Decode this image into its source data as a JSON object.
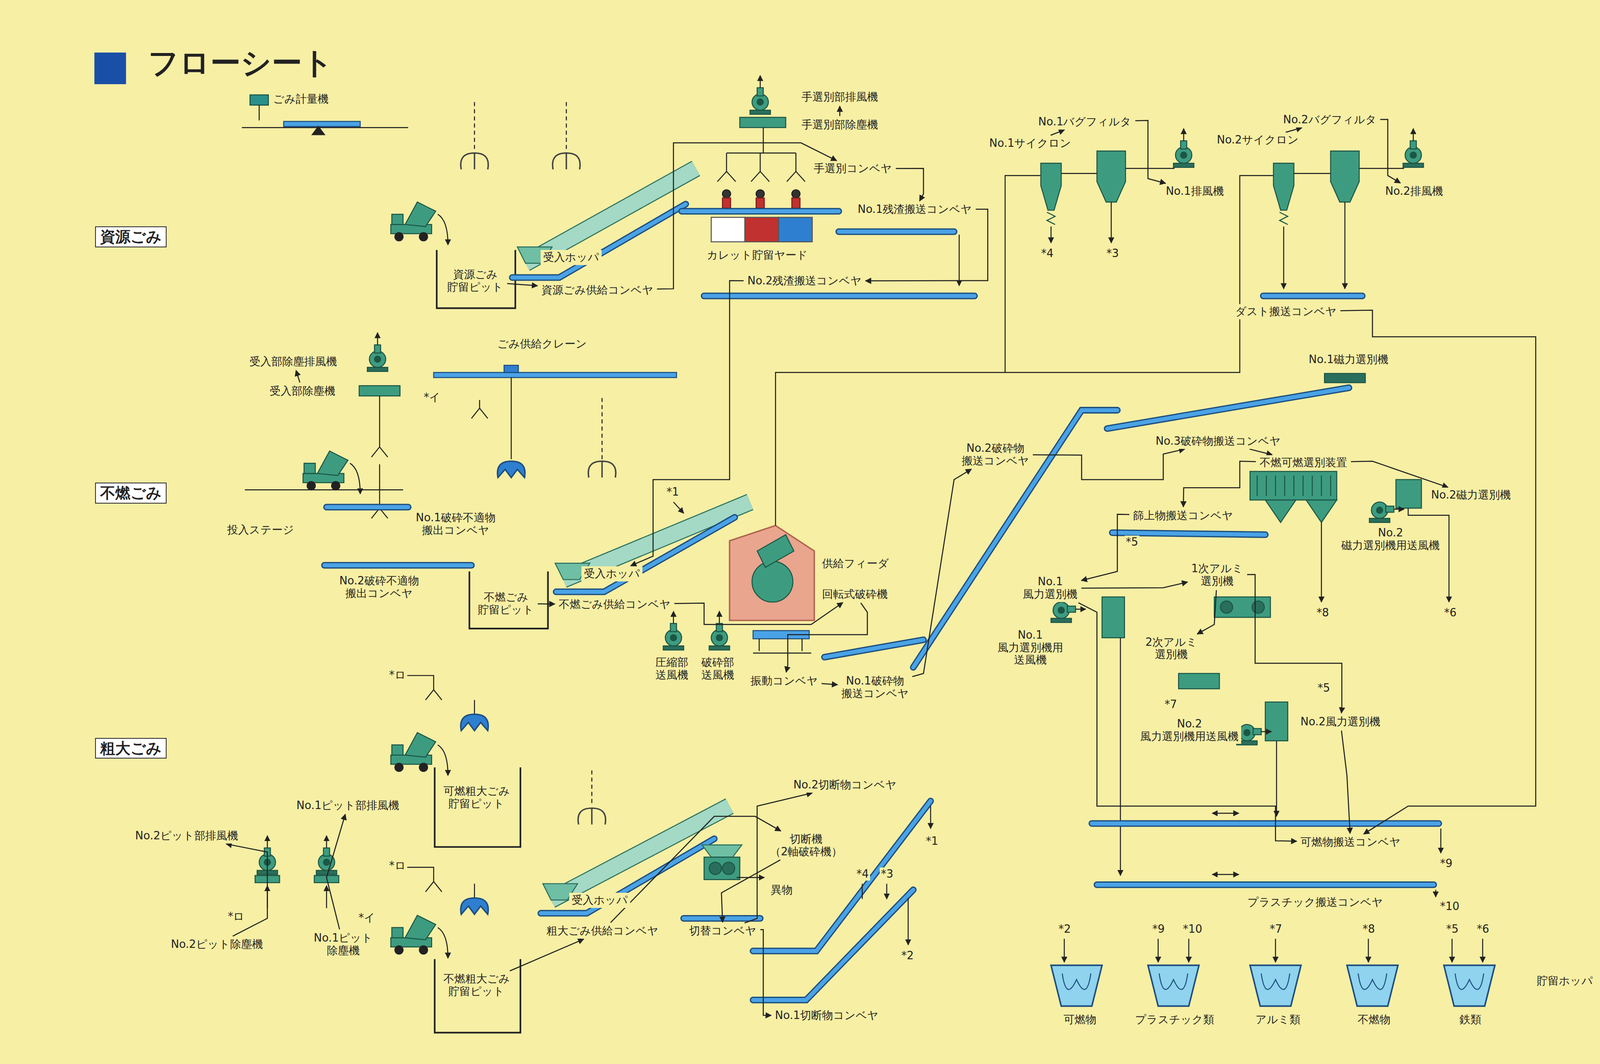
{
  "diagram": {
    "title": "フローシート",
    "nodes": [
      {
        "text": [
          "資源ごみ"
        ]
      },
      {
        "text": [
          "不燃ごみ"
        ]
      },
      {
        "text": [
          "粗大ごみ"
        ]
      },
      {
        "text": [
          "ごみ計量機"
        ]
      },
      {
        "text": [
          "資源ごみ 貯留ピット"
        ]
      },
      {
        "text": [
          "受入ホッパ"
        ]
      },
      {
        "text": [
          "資源ごみ供給コンベヤ"
        ]
      },
      {
        "text": [
          "手選別部排風機"
        ]
      },
      {
        "text": [
          "手選別部除塵機"
        ]
      },
      {
        "text": [
          "手選別コンベヤ"
        ]
      },
      {
        "text": [
          "カレット貯留ヤード"
        ]
      },
      {
        "text": [
          "No.1残渣搬送コンベヤ"
        ]
      },
      {
        "text": [
          "No.2残渣搬送コンベヤ"
        ]
      },
      {
        "text": [
          "受入部除塵排風機"
        ]
      },
      {
        "text": [
          "受入部除塵機"
        ]
      },
      {
        "text": [
          "ごみ供給クレーン"
        ]
      },
      {
        "text": [
          "投入ステージ"
        ]
      },
      {
        "text": [
          "No.1破砕不適物 搬出コンベヤ"
        ]
      },
      {
        "text": [
          "No.2破砕不適物 搬出コンベヤ"
        ]
      },
      {
        "text": [
          "不燃ごみ 貯留ピット"
        ]
      },
      {
        "text": [
          "受入ホッパ"
        ]
      },
      {
        "text": [
          "不燃ごみ供給コンベヤ"
        ]
      },
      {
        "text": [
          "供給フィーダ"
        ]
      },
      {
        "text": [
          "回転式破砕機"
        ]
      },
      {
        "text": [
          "圧縮部 送風機"
        ]
      },
      {
        "text": [
          "破砕部 送風機"
        ]
      },
      {
        "text": [
          "振動コンベヤ"
        ]
      },
      {
        "text": [
          "No.1破砕物 搬送コンベヤ"
        ]
      },
      {
        "text": [
          "No.2破砕物 搬送コンベヤ"
        ]
      },
      {
        "text": [
          "No.1サイクロン"
        ]
      },
      {
        "text": [
          "No.1バグフィルタ"
        ]
      },
      {
        "text": [
          "No.1排風機"
        ]
      },
      {
        "text": [
          "No.2サイクロン"
        ]
      },
      {
        "text": [
          "No.2バグフィルタ"
        ]
      },
      {
        "text": [
          "No.2排風機"
        ]
      },
      {
        "text": [
          "ダスト搬送コンベヤ"
        ]
      },
      {
        "text": [
          "No.1磁力選別機"
        ]
      },
      {
        "text": [
          "No.3破砕物搬送コンベヤ"
        ]
      },
      {
        "text": [
          "不燃可燃選別装置"
        ]
      },
      {
        "text": [
          "No.2磁力選別機"
        ]
      },
      {
        "text": [
          "No.2 磁力選別機用送風機"
        ]
      },
      {
        "text": [
          "篩上物搬送コンベヤ"
        ]
      },
      {
        "text": [
          "No.1 風力選別機"
        ]
      },
      {
        "text": [
          "No.1 風力選別機用 送風機"
        ]
      },
      {
        "text": [
          "1次アルミ 選別機"
        ]
      },
      {
        "text": [
          "2次アルミ 選別機"
        ]
      },
      {
        "text": [
          "No.2風力選別機"
        ]
      },
      {
        "text": [
          "No.2 風力選別機用送風機"
        ]
      },
      {
        "text": [
          "可燃物搬送コンベヤ"
        ]
      },
      {
        "text": [
          "プラスチック搬送コンベヤ"
        ]
      },
      {
        "text": [
          "可燃物"
        ]
      },
      {
        "text": [
          "プラスチック類"
        ]
      },
      {
        "text": [
          "アルミ類"
        ]
      },
      {
        "text": [
          "不燃物"
        ]
      },
      {
        "text": [
          "鉄類"
        ]
      },
      {
        "text": [
          "可燃粗大ごみ 貯留ピット"
        ]
      },
      {
        "text": [
          "不燃粗大ごみ 貯留ピット"
        ]
      },
      {
        "text": [
          "No.1ピット部排風機"
        ]
      },
      {
        "text": [
          "No.2ピット部排風機"
        ]
      },
      {
        "text": [
          "No.1ピット 除塵機"
        ]
      },
      {
        "text": [
          "No.2ピット除塵機"
        ]
      },
      {
        "text": [
          "受入ホッパ"
        ]
      },
      {
        "text": [
          "粗大ごみ供給コンベヤ"
        ]
      },
      {
        "text": [
          "切断機 （2軸破砕機）"
        ]
      },
      {
        "text": [
          "切替コンベヤ"
        ]
      },
      {
        "text": [
          "No.1切断物コンベヤ"
        ]
      },
      {
        "text": [
          "No.2切断物コンベヤ"
        ]
      }
    ],
    "edges": [
      {
        "from": 4,
        "to": 6,
        "arrow": "to"
      },
      {
        "from": 6,
        "to": 9,
        "arrow": "to"
      },
      {
        "from": 9,
        "to": 11,
        "arrow": "to"
      },
      {
        "from": 11,
        "to": 12,
        "arrow": "to"
      },
      {
        "from": 12,
        "to": 20,
        "arrow": "to"
      },
      {
        "from": 19,
        "to": 21,
        "arrow": "to"
      },
      {
        "from": 21,
        "to": 23,
        "arrow": "to"
      },
      {
        "from": 23,
        "to": 26,
        "arrow": "to"
      },
      {
        "from": 26,
        "to": 27,
        "arrow": "to"
      },
      {
        "from": 27,
        "to": 28,
        "arrow": "to"
      },
      {
        "from": 28,
        "to": 37,
        "arrow": "to"
      },
      {
        "from": 37,
        "to": 38,
        "arrow": "to"
      },
      {
        "from": 38,
        "to": 41,
        "arrow": "to"
      },
      {
        "from": 38,
        "to": 39,
        "arrow": "to"
      },
      {
        "from": 41,
        "to": 42,
        "arrow": "to"
      },
      {
        "from": 42,
        "to": 44,
        "arrow": "to"
      },
      {
        "from": 44,
        "to": 45,
        "arrow": "to"
      },
      {
        "from": 44,
        "to": 46,
        "arrow": "to"
      },
      {
        "from": 46,
        "to": 48,
        "arrow": "to"
      },
      {
        "from": 42,
        "to": 48,
        "arrow": "to"
      },
      {
        "from": 29,
        "to": 30,
        "arrow": "to"
      },
      {
        "from": 30,
        "to": 31,
        "arrow": "to"
      },
      {
        "from": 32,
        "to": 33,
        "arrow": "to"
      },
      {
        "from": 33,
        "to": 34,
        "arrow": "to"
      },
      {
        "from": 35,
        "to": 48,
        "arrow": "to"
      },
      {
        "from": 62,
        "to": 63,
        "arrow": "to"
      },
      {
        "from": 63,
        "to": 64,
        "arrow": "to"
      },
      {
        "from": 64,
        "to": 65,
        "arrow": "to"
      },
      {
        "from": 64,
        "to": 66,
        "arrow": "to"
      },
      {
        "from": 56,
        "to": 62,
        "arrow": "to"
      },
      {
        "from": 59,
        "to": 57,
        "arrow": "to"
      },
      {
        "from": 60,
        "to": 58,
        "arrow": "to"
      },
      {
        "from": 14,
        "to": 13,
        "arrow": "to"
      },
      {
        "from": 8,
        "to": 7,
        "arrow": "to"
      }
    ],
    "labels": [
      "*イ",
      "*1",
      "*ロ",
      "*ロ",
      "*ロ",
      "*イ",
      "異物",
      "*1",
      "*4",
      "*3",
      "*2",
      "*4",
      "*3",
      "*5",
      "*8",
      "*6",
      "*7",
      "*5",
      "*9",
      "*10",
      "*2",
      "*9",
      "*10",
      "*7",
      "*8",
      "*5",
      "*6",
      "貯留ホッパ"
    ]
  }
}
